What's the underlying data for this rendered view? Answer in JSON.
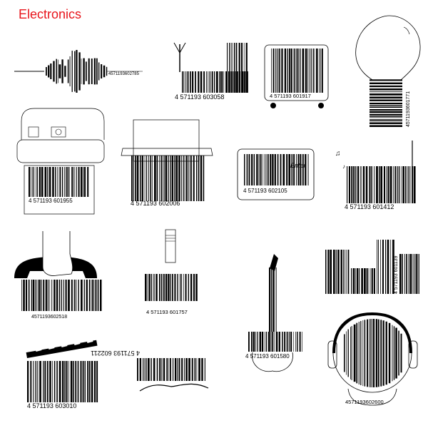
{
  "title": "Electronics",
  "accent_color": "#e8141b",
  "items": [
    {
      "name": "sound-wave",
      "code": "4571193602785"
    },
    {
      "name": "radio-antenna",
      "code": "4 571193 603058"
    },
    {
      "name": "cassette",
      "code": "4 571193 601917"
    },
    {
      "name": "light-bulb",
      "code": "4571193601771"
    },
    {
      "name": "printer",
      "code": "4 571193 601955"
    },
    {
      "name": "shredder",
      "code": "4 571193 602006"
    },
    {
      "name": "enter-key",
      "code": "4 571193 602105",
      "key_label": "Enter"
    },
    {
      "name": "radio-music",
      "code": "4 571193 601412"
    },
    {
      "name": "telephone",
      "code": "4571193602518"
    },
    {
      "name": "plug",
      "code": "4 571193 601757"
    },
    {
      "name": "guitar",
      "code": "4 571193 601580"
    },
    {
      "name": "equalizer",
      "code": "4 571193 601139"
    },
    {
      "name": "clapperboard",
      "code": "4 571193 603010"
    },
    {
      "name": "hair-comb",
      "code": "4 571193 602211"
    },
    {
      "name": "headphones",
      "code": "4571193602600"
    }
  ]
}
